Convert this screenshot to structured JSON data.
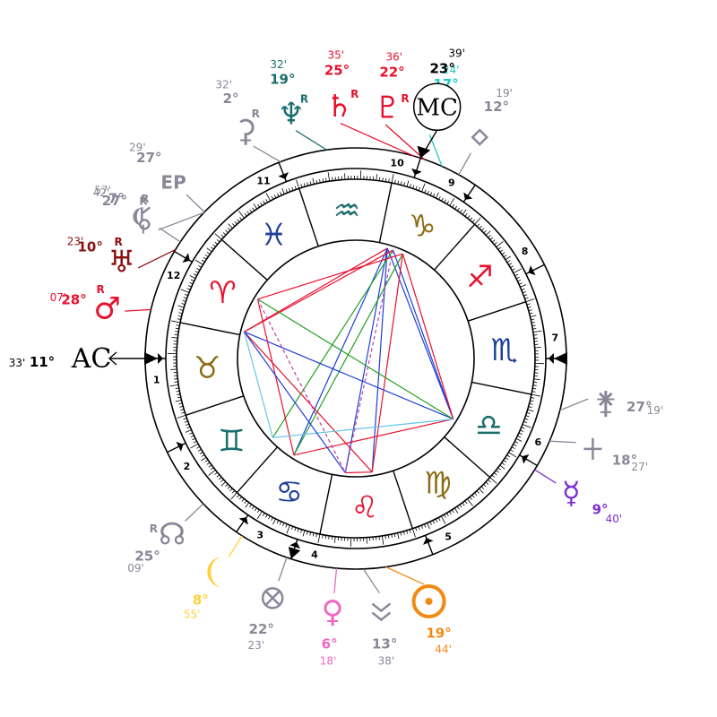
{
  "wheel": {
    "angles": {
      "ac": {
        "label": "AC",
        "deg": "11",
        "min": "33'",
        "color": "#000000",
        "lon": 41.55
      },
      "mc": {
        "label": "MC",
        "deg": "23",
        "min": "39'",
        "color": "#000000",
        "lon": 293.65
      }
    },
    "signs": [
      {
        "name": "aries",
        "glyph": "♈",
        "color": "#e8112d"
      },
      {
        "name": "taurus",
        "glyph": "♉",
        "color": "#8b6d16"
      },
      {
        "name": "gemini",
        "glyph": "♊",
        "color": "#1b6e6e"
      },
      {
        "name": "cancer",
        "glyph": "♋",
        "color": "#1f3f9a"
      },
      {
        "name": "leo",
        "glyph": "♌",
        "color": "#e8112d"
      },
      {
        "name": "virgo",
        "glyph": "♍",
        "color": "#8b6d16"
      },
      {
        "name": "libra",
        "glyph": "♎",
        "color": "#1b6e6e"
      },
      {
        "name": "scorpio",
        "glyph": "♏",
        "color": "#1f3f9a"
      },
      {
        "name": "sagittarius",
        "glyph": "♐",
        "color": "#e8112d"
      },
      {
        "name": "capricorn",
        "glyph": "♑",
        "color": "#8b6d16"
      },
      {
        "name": "aquarius",
        "glyph": "♒",
        "color": "#1b6e6e"
      },
      {
        "name": "pisces",
        "glyph": "♓",
        "color": "#1f3f9a"
      }
    ],
    "houses": [
      {
        "label": "1",
        "cusp": 41.55
      },
      {
        "label": "2",
        "cusp": 68
      },
      {
        "label": "3",
        "cusp": 97
      },
      {
        "label": "4",
        "cusp": 113.65
      },
      {
        "label": "5",
        "cusp": 153
      },
      {
        "label": "6",
        "cusp": 191
      },
      {
        "label": "7",
        "cusp": 221.55
      },
      {
        "label": "8",
        "cusp": 248
      },
      {
        "label": "9",
        "cusp": 277
      },
      {
        "label": "10",
        "cusp": 293.65
      },
      {
        "label": "11",
        "cusp": 333
      },
      {
        "label": "12",
        "cusp": 11
      }
    ],
    "bodies": [
      {
        "name": "saturn",
        "glyph": "♄",
        "deg": "25",
        "min": "35'",
        "retro": "R",
        "color": "#e8112d",
        "lon": 295.58
      },
      {
        "name": "pluto",
        "glyph": "♇",
        "deg": "22",
        "min": "36'",
        "retro": "R",
        "color": "#e8112d",
        "lon": 292.6
      },
      {
        "name": "jupiter",
        "glyph": "♃",
        "deg": "17",
        "min": "24'",
        "retro": "R",
        "color": "#22c7c7",
        "lon": 287.4
      },
      {
        "name": "vesta",
        "glyph": "",
        "deg": "12",
        "min": "19'",
        "retro": "",
        "color": "#888899",
        "lon": 282.3
      },
      {
        "name": "juno",
        "glyph": "⚵",
        "deg": "27",
        "min": "19'",
        "retro": "",
        "color": "#888899",
        "lon": 207.3
      },
      {
        "name": "pallas",
        "glyph": "",
        "deg": "18",
        "min": "27'",
        "retro": "",
        "color": "#888899",
        "lon": 198.45
      },
      {
        "name": "mercury",
        "glyph": "☿",
        "deg": "9",
        "min": "40'",
        "retro": "",
        "color": "#7a2fd6",
        "lon": 189.67
      },
      {
        "name": "sun",
        "glyph": "",
        "deg": "19",
        "min": "44'",
        "retro": "",
        "color": "#f28a12",
        "lon": 139.73
      },
      {
        "name": "vertex",
        "glyph": "",
        "deg": "13",
        "min": "38'",
        "retro": "",
        "color": "#888899",
        "lon": 133.6
      },
      {
        "name": "venus",
        "glyph": "♀",
        "deg": "6",
        "min": "18'",
        "retro": "",
        "color": "#f067c4",
        "lon": 126.3
      },
      {
        "name": "fortune",
        "glyph": "",
        "deg": "22",
        "min": "23'",
        "retro": "",
        "color": "#888899",
        "lon": 112.4
      },
      {
        "name": "moon",
        "glyph": "",
        "deg": "8",
        "min": "55'",
        "retro": "",
        "color": "#ffd23a",
        "lon": 98.9
      },
      {
        "name": "north-node",
        "glyph": "☊",
        "deg": "25",
        "min": "09'",
        "retro": "R",
        "color": "#888899",
        "lon": 85.15
      },
      {
        "name": "uranus",
        "glyph": "♅",
        "deg": "10",
        "min": "23'",
        "retro": "R",
        "color": "#8b1010",
        "lon": 10.4
      },
      {
        "name": "mars",
        "glyph": "♂",
        "deg": "28",
        "min": "07'",
        "retro": "R",
        "color": "#e8112d",
        "lon": 28.1
      },
      {
        "name": "lilith",
        "glyph": "",
        "deg": "27",
        "min": "42'",
        "retro": "R",
        "color": "#888899",
        "lon": 357.7
      },
      {
        "name": "east-point",
        "glyph": "EP",
        "deg": "27",
        "min": "29'",
        "retro": "",
        "color": "#888899",
        "lon": 357.5
      },
      {
        "name": "chiron",
        "glyph": "",
        "deg": "7",
        "min": "57'",
        "retro": "R",
        "color": "#888899",
        "lon": 7.95
      },
      {
        "name": "ceres",
        "glyph": "⚳",
        "deg": "2",
        "min": "32'",
        "retro": "R",
        "color": "#888899",
        "lon": 332.5
      },
      {
        "name": "neptune",
        "glyph": "♆",
        "deg": "19",
        "min": "32'",
        "retro": "R",
        "color": "#1b6e6e",
        "lon": 319.5
      }
    ],
    "aspects": [
      {
        "a": 295.58,
        "b": 28.1,
        "color": "#e8112d",
        "style": "solid"
      },
      {
        "a": 295.58,
        "b": 189.67,
        "color": "#1f3fd6",
        "style": "solid"
      },
      {
        "a": 295.58,
        "b": 139.73,
        "color": "#1f3fd6",
        "style": "solid"
      },
      {
        "a": 295.58,
        "b": 98.9,
        "color": "#1f3fd6",
        "style": "solid"
      },
      {
        "a": 295.58,
        "b": 126.3,
        "color": "#1f3fd6",
        "style": "solid"
      },
      {
        "a": 292.6,
        "b": 189.67,
        "color": "#1f3fd6",
        "style": "solid"
      },
      {
        "a": 292.6,
        "b": 28.1,
        "color": "#e8112d",
        "style": "solid"
      },
      {
        "a": 292.6,
        "b": 85.15,
        "color": "#22a022",
        "style": "solid"
      },
      {
        "a": 287.4,
        "b": 139.73,
        "color": "#e8112d",
        "style": "solid"
      },
      {
        "a": 287.4,
        "b": 98.9,
        "color": "#22a022",
        "style": "solid"
      },
      {
        "a": 287.4,
        "b": 10.4,
        "color": "#e8112d",
        "style": "solid"
      },
      {
        "a": 287.4,
        "b": 189.67,
        "color": "#e8112d",
        "style": "solid"
      },
      {
        "a": 28.1,
        "b": 189.67,
        "color": "#1f3fd6",
        "style": "solid"
      },
      {
        "a": 28.1,
        "b": 85.15,
        "color": "#66c6e8",
        "style": "solid"
      },
      {
        "a": 10.4,
        "b": 189.67,
        "color": "#22a022",
        "style": "solid"
      },
      {
        "a": 10.4,
        "b": 98.9,
        "color": "#e8112d",
        "style": "solid"
      },
      {
        "a": 28.1,
        "b": 139.73,
        "color": "#e8112d",
        "style": "solid"
      },
      {
        "a": 98.9,
        "b": 189.67,
        "color": "#e8112d",
        "style": "solid"
      },
      {
        "a": 85.15,
        "b": 189.67,
        "color": "#66c6e8",
        "style": "solid"
      },
      {
        "a": 126.3,
        "b": 28.1,
        "color": "#1f3fd6",
        "style": "solid"
      },
      {
        "a": 126.3,
        "b": 139.73,
        "color": "#e8112d",
        "style": "solid"
      },
      {
        "a": 10.4,
        "b": 126.3,
        "color": "#c03ca8",
        "style": "dashed"
      },
      {
        "a": 292.6,
        "b": 126.3,
        "color": "#c03ca8",
        "style": "dashed"
      }
    ]
  }
}
